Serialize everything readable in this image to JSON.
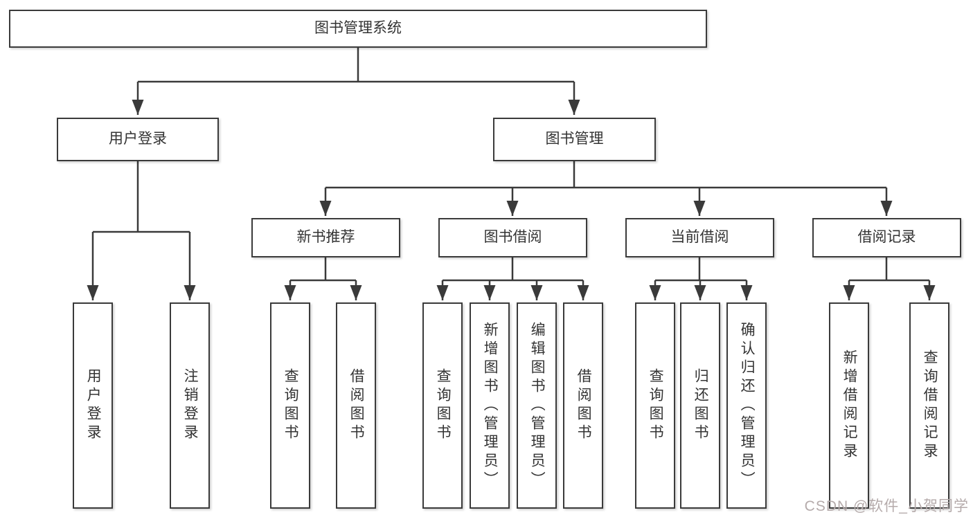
{
  "diagram": {
    "root": {
      "label": "图书管理系统"
    },
    "level1": [
      {
        "label": "用户登录"
      },
      {
        "label": "图书管理"
      }
    ],
    "level2": [
      {
        "label": "新书推荐"
      },
      {
        "label": "图书借阅"
      },
      {
        "label": "当前借阅"
      },
      {
        "label": "借阅记录"
      }
    ],
    "leaves": {
      "user_login": [
        "用户登录",
        "注销登录"
      ],
      "new_book": [
        "查询图书",
        "借阅图书"
      ],
      "book_borrow": [
        "查询图书",
        "新增图书（管理员）",
        "编辑图书（管理员）",
        "借阅图书"
      ],
      "current_borrow": [
        "查询图书",
        "归还图书",
        "确认归还（管理员）"
      ],
      "borrow_record": [
        "新增借阅记录",
        "查询借阅记录"
      ]
    }
  },
  "watermark": {
    "text": "CSDN @软件_小贺同学",
    "color": "#b5abab"
  },
  "colors": {
    "border": "#3a3a3a",
    "text": "#333333",
    "background": "#ffffff"
  }
}
